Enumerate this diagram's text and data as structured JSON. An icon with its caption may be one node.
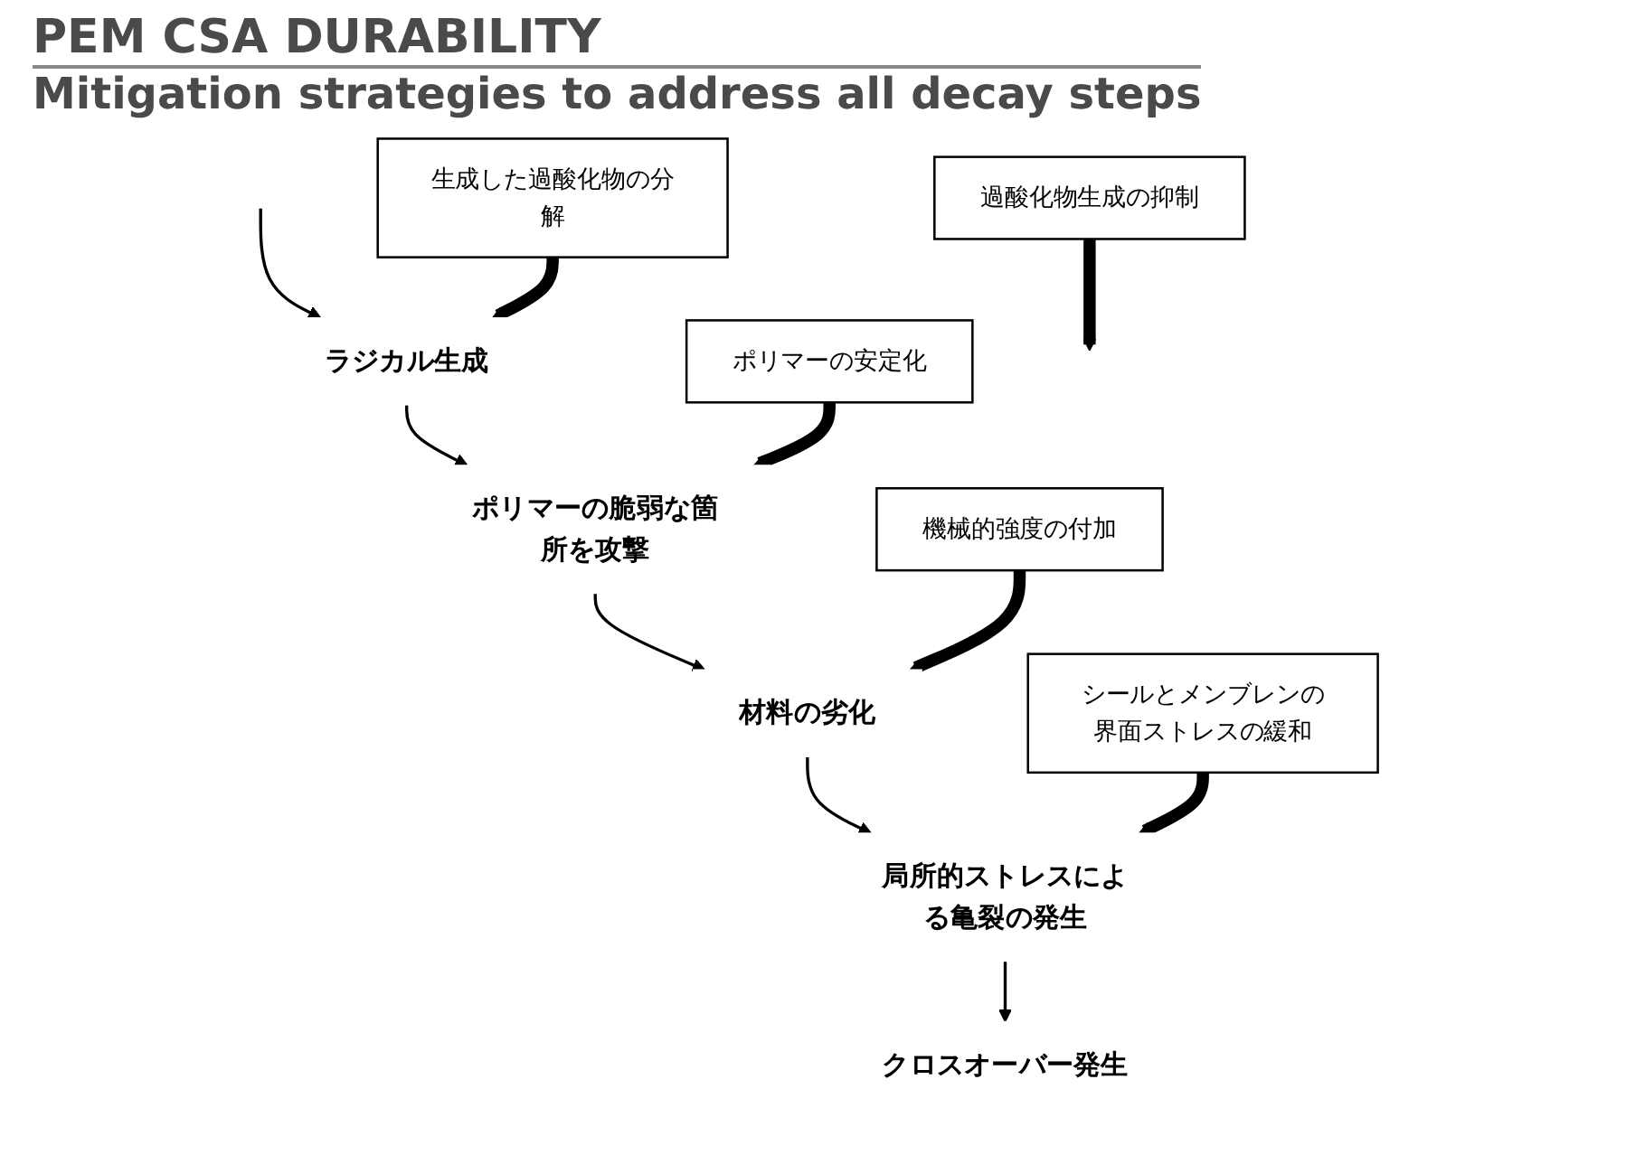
{
  "diagram": {
    "title": "PEM CSA DURABILITY",
    "caption": "Mitigation strategies to address all decay steps",
    "nodes": [
      {
        "text": [
          "過酸化物生成の抑制"
        ]
      },
      {
        "text": [
          "生成した過酸化物の分解"
        ]
      },
      {
        "text": [
          "ポリマーの安定化"
        ]
      },
      {
        "text": [
          "ラジカル生成"
        ]
      },
      {
        "text": [
          "ポリマーの脆弱な箇所を攻撃"
        ]
      },
      {
        "text": [
          "材料の劣化"
        ]
      },
      {
        "text": [
          "局所的ストレスによる亀裂の発生"
        ]
      },
      {
        "text": [
          "クロスオーバー発生"
        ]
      },
      {
        "text": [
          "機械的強度の付加"
        ]
      },
      {
        "text": [
          "シールとメンブレンの界面ストレスの緩和"
        ]
      }
    ],
    "edges": [
      {
        "from": null,
        "to": 3,
        "arrow": "to"
      },
      {
        "from": 3,
        "to": 4,
        "arrow": "to"
      },
      {
        "from": 4,
        "to": 5,
        "arrow": "to"
      },
      {
        "from": 5,
        "to": 6,
        "arrow": "to"
      },
      {
        "from": 6,
        "to": 7,
        "arrow": "to"
      },
      {
        "from": 0,
        "to": null,
        "arrow": "to",
        "style": "thick"
      },
      {
        "from": 1,
        "to": 3,
        "arrow": "to",
        "style": "thick"
      },
      {
        "from": 2,
        "to": 4,
        "arrow": "to",
        "style": "thick"
      },
      {
        "from": 8,
        "to": 5,
        "arrow": "to",
        "style": "thick"
      },
      {
        "from": 9,
        "to": 6,
        "arrow": "to",
        "style": "thick"
      }
    ]
  }
}
